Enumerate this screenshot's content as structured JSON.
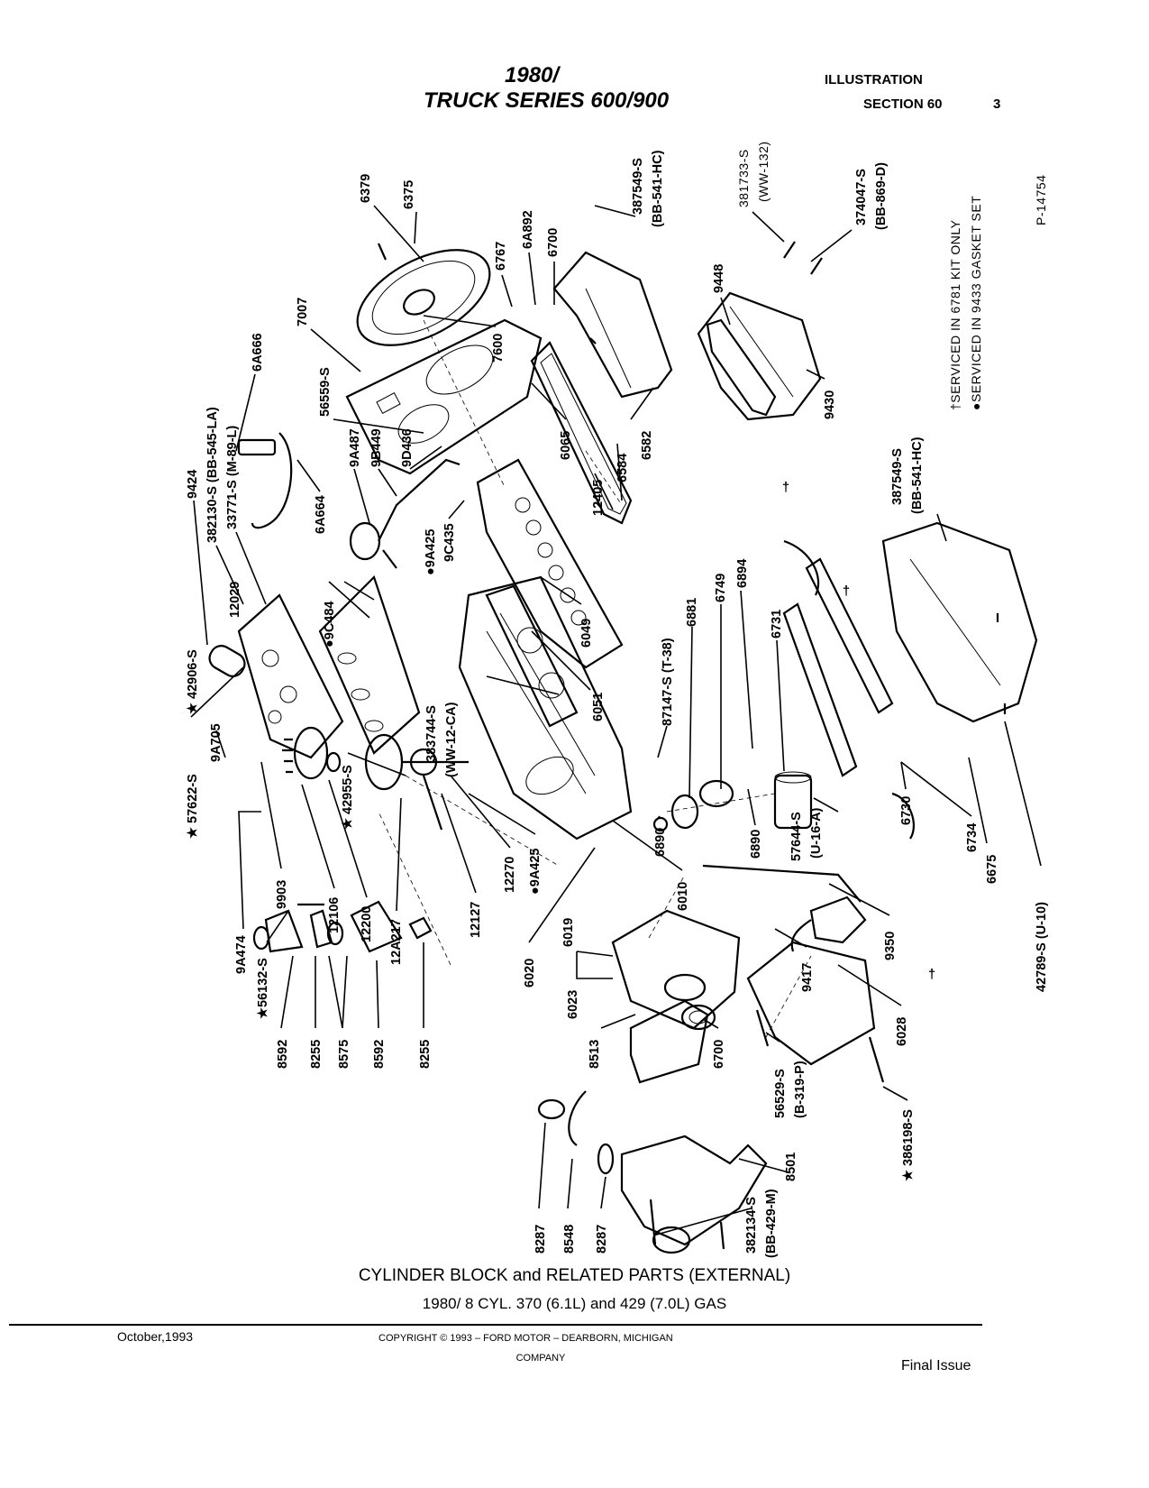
{
  "header": {
    "title_line1": "1980/",
    "title_line2": "TRUCK SERIES 600/900",
    "label_illustration": "ILLUSTRATION",
    "label_section": "SECTION 60",
    "page_number": "3"
  },
  "diagram": {
    "figure_id": "P-14754",
    "notes": [
      "†SERVICED IN 6781 KIT ONLY",
      "●SERVICED IN 9433 GASKET SET"
    ],
    "callouts": {
      "c6379": "6379",
      "c6375": "6375",
      "c7007": "7007",
      "c6767": "6767",
      "c6A892": "6A892",
      "c6700a": "6700",
      "c7600": "7600",
      "c387549a": "387549-S",
      "c387549a_sub": "(BB-541-HC)",
      "c381733": "381733-S",
      "c381733_sub": "(WW-132)",
      "c374047": "374047-S",
      "c374047_sub": "(BB-869-D)",
      "c9448": "9448",
      "c9430": "9430",
      "c6582": "6582",
      "c6584": "6584",
      "c6065": "6065",
      "c12405": "12405",
      "c6049": "6049",
      "c6051": "6051",
      "c6A666": "6A666",
      "c382130": "382130-S (BB-545-LA)",
      "c33771": "33771-S (M-89-L)",
      "c56559": "56559-S",
      "c6A664": "6A664",
      "c9A487": "9A487",
      "c9B449": "9B449",
      "c9D436": "9D436",
      "c9C435": "9C435",
      "c9A425a": "●9A425",
      "c9C484": "●9C484",
      "c9424": "9424",
      "c12029": "12029",
      "c42906": "★ 42906-S",
      "c383744": "383744-S",
      "c383744_sub": "(WW-12-CA)",
      "c87147": "87147-S (T-38)",
      "c6881": "6881",
      "c6749": "6749",
      "c6894": "6894",
      "c6731": "6731",
      "c6890a": "6890",
      "c6890b": "6890",
      "c57644": "57644-S",
      "c57644_sub": "(U-16-A)",
      "c387549b": "387549-S",
      "c387549b_sub": "(BB-541-HC)",
      "c6730": "6730",
      "c6734": "6734",
      "c6675": "6675",
      "c42789": "42789-S (U-10)",
      "c9350": "9350",
      "c9417": "9417",
      "c6010": "6010",
      "c6020": "6020",
      "c12270": "12270",
      "c9A425b": "●9A425",
      "c12127": "12127",
      "c12A217": "12A217",
      "c12200": "12200",
      "c12106": "12106",
      "c42955": "★ 42955-S",
      "c9A705": "9A705",
      "c9903": "9903",
      "c57622": "★ 57622-S",
      "c9A474": "9A474",
      "c56132": "★56132-S",
      "c8592a": "8592",
      "c8255a": "8255",
      "c8575": "8575",
      "c8592b": "8592",
      "c8255b": "8255",
      "c6019": "6019",
      "c6023": "6023",
      "c8513": "8513",
      "c6700b": "6700",
      "c56529": "56529-S",
      "c56529_sub": "(B-319-P)",
      "c6028": "6028",
      "c386198": "★ 386198-S",
      "c8287a": "8287",
      "c8548": "8548",
      "c8287b": "8287",
      "c382134": "382134-S",
      "c382134_sub": "(BB-429-M)",
      "c8501": "8501",
      "dagger1": "†",
      "dagger2": "†",
      "dagger3": "†"
    }
  },
  "caption": {
    "line1": "CYLINDER BLOCK and RELATED PARTS (EXTERNAL)",
    "line2": "1980/ 8 CYL. 370 (6.1L) and 429 (7.0L) GAS"
  },
  "footer": {
    "date": "October,1993",
    "copyright": "COPYRIGHT © 1993 – FORD MOTOR – DEARBORN, MICHIGAN",
    "company": "COMPANY",
    "status": "Final Issue"
  }
}
